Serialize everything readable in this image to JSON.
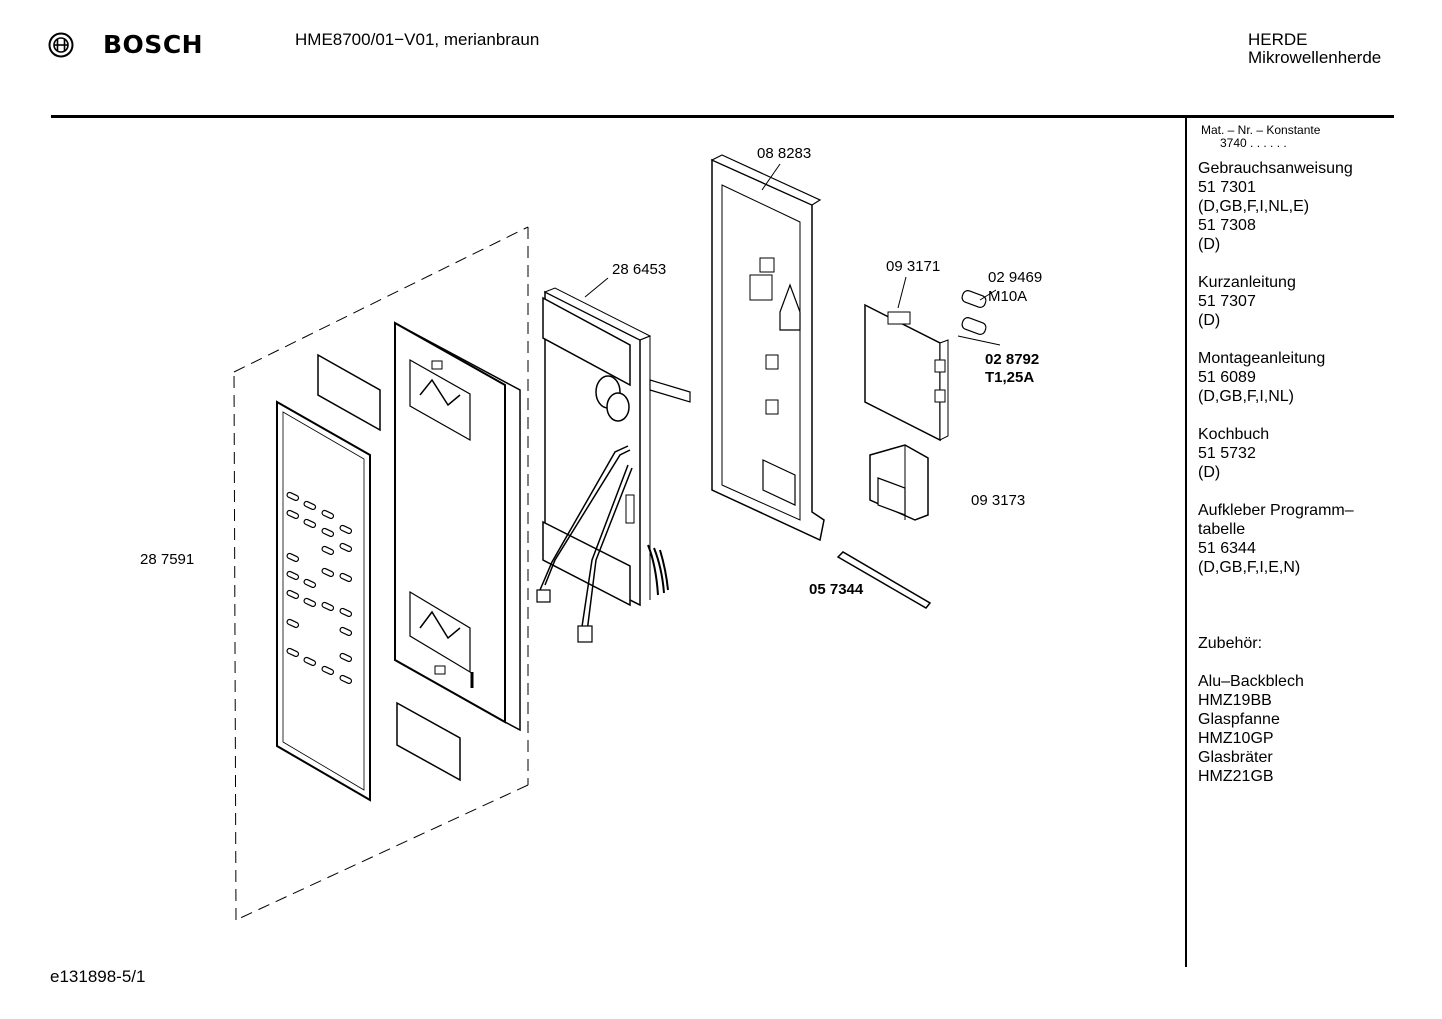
{
  "header": {
    "brand": "BOSCH",
    "model": "HME8700/01−V01, merianbraun",
    "category_line1": "HERDE",
    "category_line2": "Mikrowellenherde"
  },
  "sidebar": {
    "konstante_label": "Mat. – Nr. – Konstante",
    "konstante_value": "3740 .  .   .  .  .  .",
    "lines": [
      "Gebrauchsanweisung",
      "51 7301",
      "(D,GB,F,I,NL,E)",
      "51 7308",
      "(D)",
      "",
      "Kurzanleitung",
      "51 7307",
      "(D)",
      "",
      "Montageanleitung",
      "51 6089",
      "(D,GB,F,I,NL)",
      "",
      "Kochbuch",
      "51 5732",
      "(D)",
      "",
      "Aufkleber Programm–",
      "tabelle",
      "51 6344",
      "(D,GB,F,I,E,N)",
      "",
      "",
      "",
      "Zubehör:",
      "",
      "Alu–Backblech",
      "HMZ19BB",
      "Glaspfanne",
      "HMZ10GP",
      "Glasbräter",
      "HMZ21GB"
    ]
  },
  "parts": {
    "p287591": "28 7591",
    "p286453": "28 6453",
    "p088283": "08 8283",
    "p093171": "09 3171",
    "p029469": "02 9469",
    "m10a": "M10A",
    "p028792": "02 8792",
    "t125a": "T1,25A",
    "p093173": "09 3173",
    "p057344": "05 7344"
  },
  "footer": {
    "doc_id": "e131898-5/1"
  }
}
